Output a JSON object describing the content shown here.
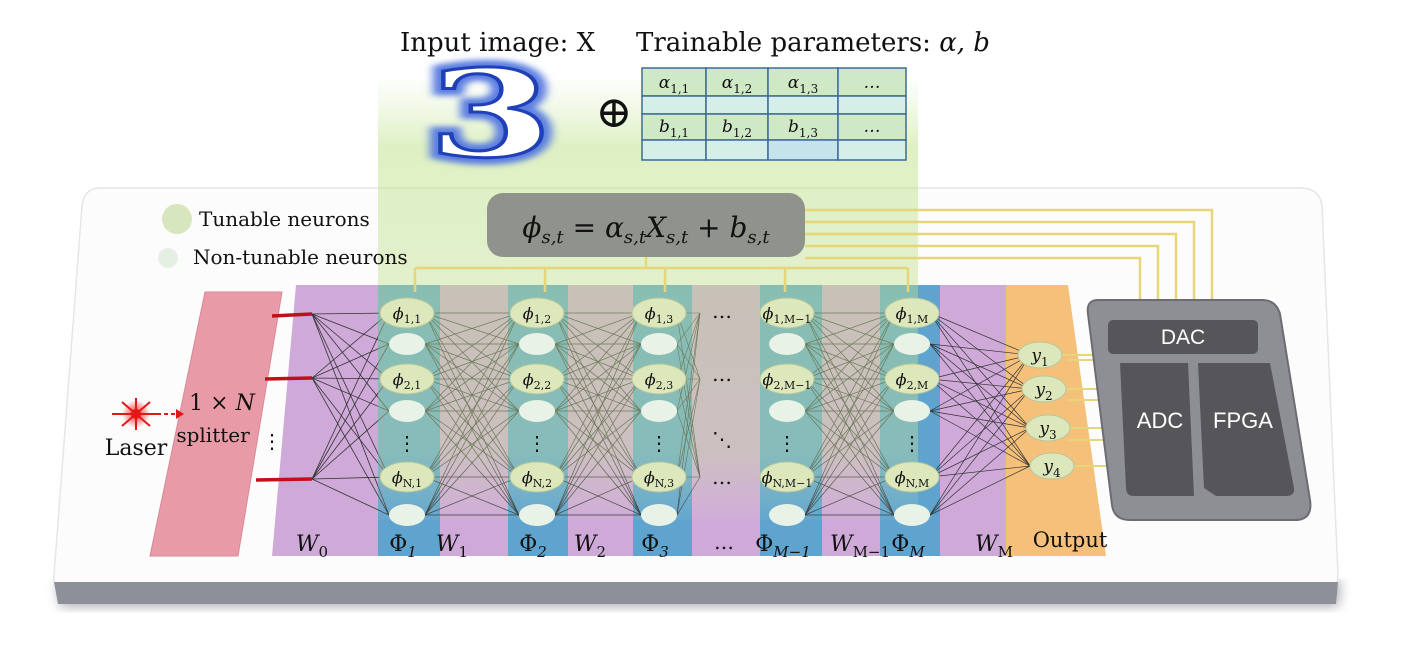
{
  "header": {
    "input_label": "Input image: X",
    "params_label": "Trainable parameters: ",
    "params_symbols": "α, b",
    "input_digit": "3",
    "oplus": "⊕"
  },
  "param_grid": {
    "row1": [
      {
        "base": "α",
        "sub": "1,1"
      },
      {
        "base": "α",
        "sub": "1,2"
      },
      {
        "base": "α",
        "sub": "1,3"
      },
      {
        "base": "…",
        "sub": ""
      }
    ],
    "row2": [
      {
        "base": "b",
        "sub": "1,1"
      },
      {
        "base": "b",
        "sub": "1,2"
      },
      {
        "base": "b",
        "sub": "1,3"
      },
      {
        "base": "…",
        "sub": ""
      }
    ]
  },
  "legend": {
    "tunable": "Tunable neurons",
    "non_tunable": "Non-tunable neurons"
  },
  "formula": {
    "phi": "ϕ",
    "phi_sub": "s,t",
    "eq": " = ",
    "alpha": "α",
    "alpha_sub": "s,t",
    "X": "X",
    "X_sub": "s,t",
    "plus": " + ",
    "b": "b",
    "b_sub": "s,t"
  },
  "laser": {
    "label": "Laser"
  },
  "splitter": {
    "line1": "1 × N",
    "line2": "splitter",
    "dots": "⋮"
  },
  "layers": {
    "phase_columns": [
      {
        "neurons": [
          {
            "base": "ϕ",
            "sub": "1,1"
          },
          {
            "base": "ϕ",
            "sub": "2,1"
          },
          {
            "base": "ϕ",
            "sub": "N,1"
          }
        ],
        "label_base": "Φ",
        "label_sub": "1"
      },
      {
        "neurons": [
          {
            "base": "ϕ",
            "sub": "1,2"
          },
          {
            "base": "ϕ",
            "sub": "2,2"
          },
          {
            "base": "ϕ",
            "sub": "N,2"
          }
        ],
        "label_base": "Φ",
        "label_sub": "2"
      },
      {
        "neurons": [
          {
            "base": "ϕ",
            "sub": "1,3"
          },
          {
            "base": "ϕ",
            "sub": "2,3"
          },
          {
            "base": "ϕ",
            "sub": "N,3"
          }
        ],
        "label_base": "Φ",
        "label_sub": "3"
      },
      {
        "neurons": [
          {
            "base": "ϕ",
            "sub": "1,M−1"
          },
          {
            "base": "ϕ",
            "sub": "2,M−1"
          },
          {
            "base": "ϕ",
            "sub": "N,M−1"
          }
        ],
        "label_base": "Φ",
        "label_sub": "M−1"
      },
      {
        "neurons": [
          {
            "base": "ϕ",
            "sub": "1,M"
          },
          {
            "base": "ϕ",
            "sub": "2,M"
          },
          {
            "base": "ϕ",
            "sub": "N,M"
          }
        ],
        "label_base": "Φ",
        "label_sub": "M"
      }
    ],
    "weight_labels": [
      {
        "base": "W",
        "sub": "0"
      },
      {
        "base": "W",
        "sub": "1"
      },
      {
        "base": "W",
        "sub": "2"
      },
      {
        "base": "W",
        "sub": "M−1"
      },
      {
        "base": "W",
        "sub": "M"
      }
    ],
    "column_ellipsis": "⋮",
    "gap_ellipsis": "…",
    "gap_diag": "⋱"
  },
  "output": {
    "label": "Output",
    "neurons": [
      {
        "base": "y",
        "sub": "1"
      },
      {
        "base": "y",
        "sub": "2"
      },
      {
        "base": "y",
        "sub": "3"
      },
      {
        "base": "y",
        "sub": "4"
      }
    ]
  },
  "controller": {
    "dac": "DAC",
    "adc": "ADC",
    "fpga": "FPGA"
  },
  "colors": {
    "weight_band": "#cfa9d8",
    "phase_band": "#5fa3cf",
    "output_band": "#f5c07a",
    "splitter": "#e89ba6",
    "tunable": "#dce8bc",
    "non_tunable": "#e8f2e6",
    "formula_box": "#8f938c",
    "wire": "#e0cf6a",
    "controller_outer": "#8e8e95",
    "controller_inner": "#55555a"
  }
}
